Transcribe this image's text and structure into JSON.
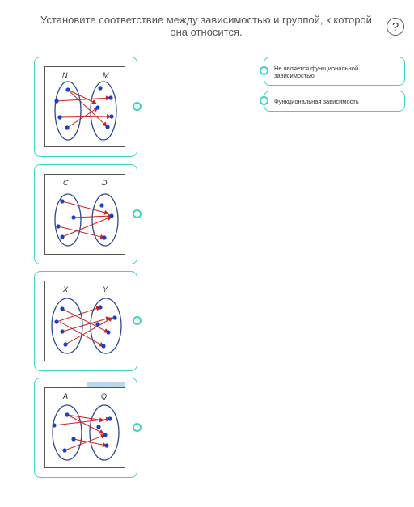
{
  "question": "Установите соответствие между зависимостью и группой, к которой она относится.",
  "help_icon": "?",
  "icons": {
    "help": "question-mark-icon"
  },
  "colors": {
    "accent": "#3fd4c0",
    "arrow": "#cc2222",
    "dot": "#1a3fcc",
    "ellipse": "#2a4a8a"
  },
  "diagrams": [
    {
      "left_label": "N",
      "right_label": "M"
    },
    {
      "left_label": "C",
      "right_label": "D"
    },
    {
      "left_label": "X",
      "right_label": "Y"
    },
    {
      "left_label": "A",
      "right_label": "Q"
    }
  ],
  "options": [
    {
      "label": "Не является функциональной зависимостью"
    },
    {
      "label": "Функциональная зависимость"
    }
  ]
}
